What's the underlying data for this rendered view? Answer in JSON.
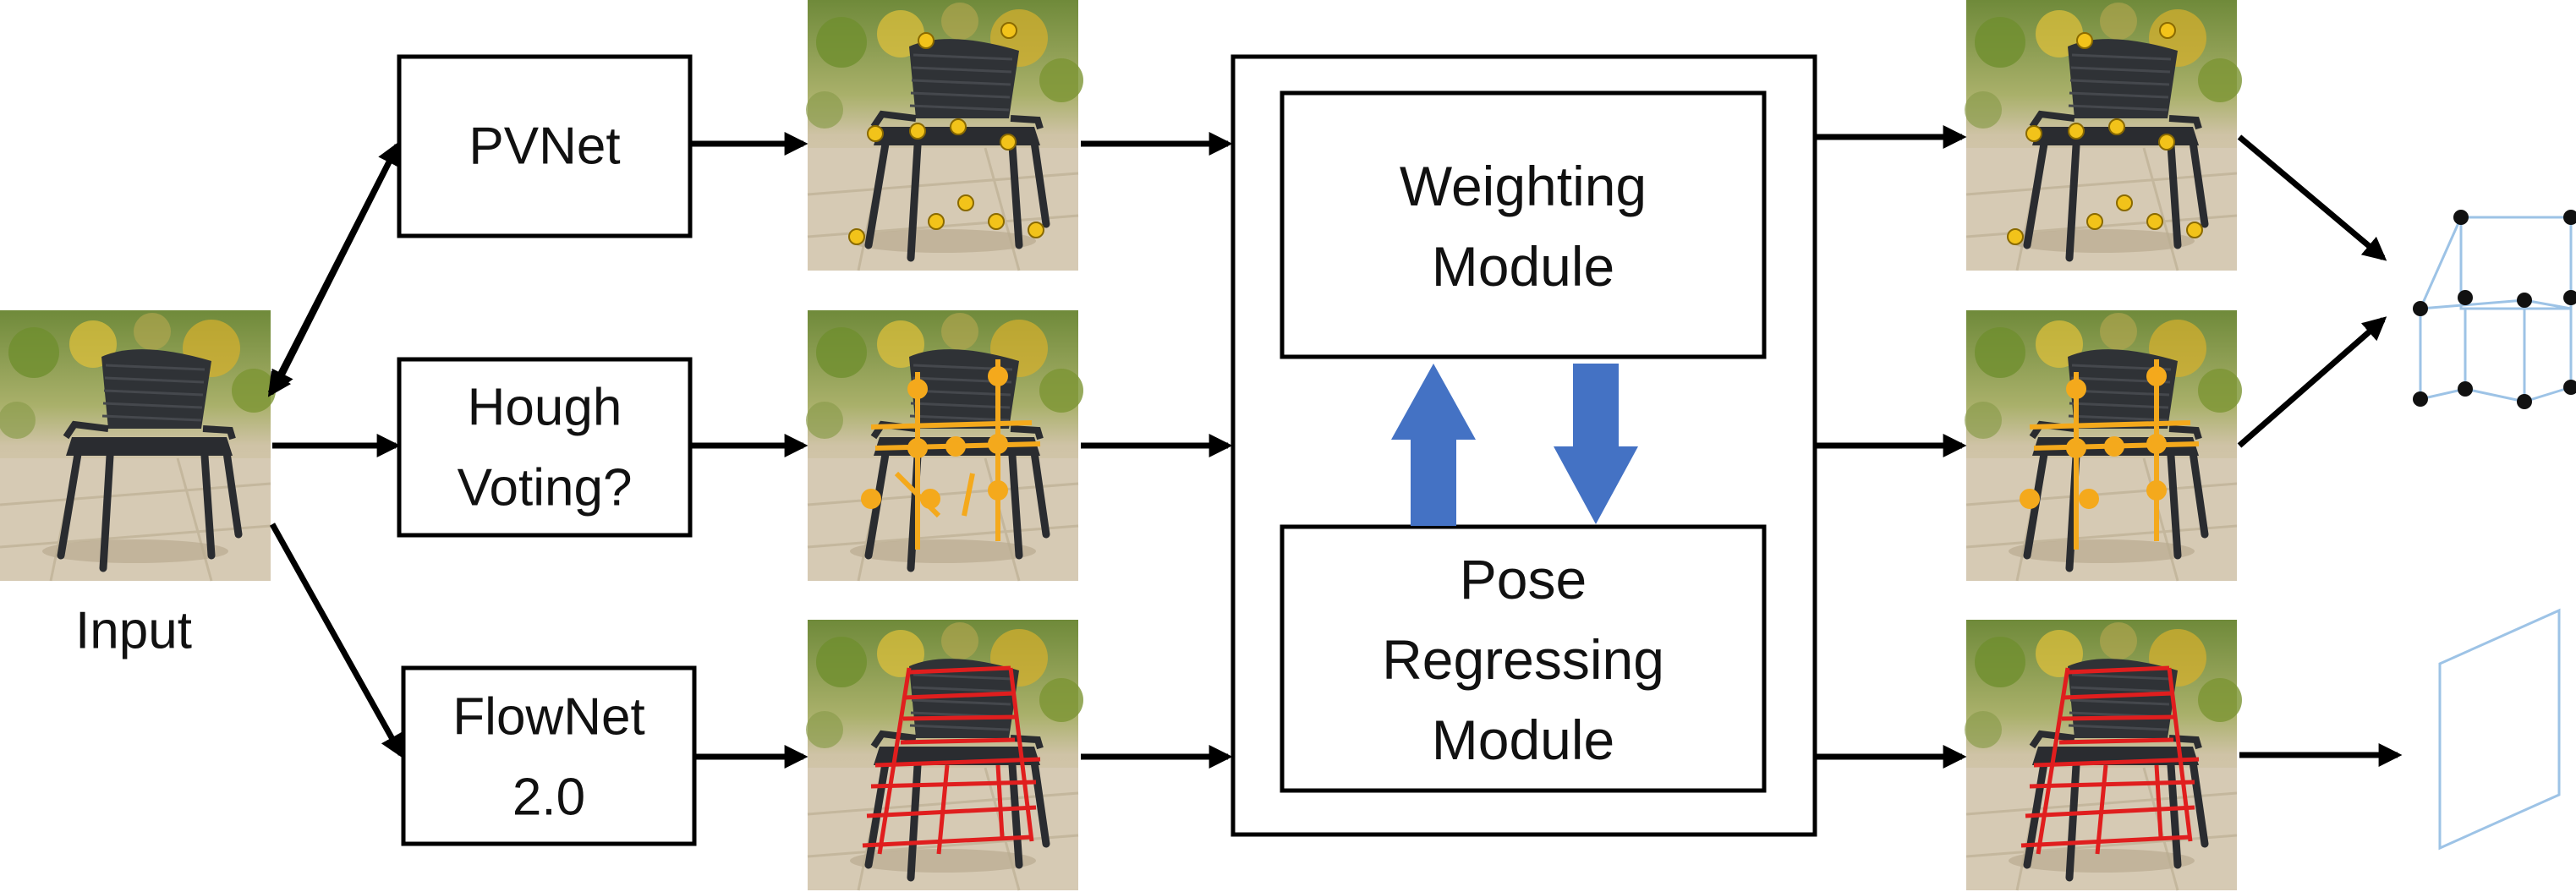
{
  "input": {
    "label": "Input"
  },
  "methods": {
    "pvnet": {
      "lines": [
        "PVNet"
      ]
    },
    "hough": {
      "lines": [
        "Hough",
        "Voting?"
      ]
    },
    "flownet": {
      "lines": [
        "FlowNet",
        "2.0"
      ]
    }
  },
  "fusion": {
    "weighting": {
      "lines": [
        "Weighting",
        "Module"
      ]
    },
    "pose": {
      "lines": [
        "Pose",
        "Regressing",
        "Module"
      ]
    }
  },
  "colors": {
    "keypoint": "#F2C31A",
    "vote": "#F4A91C",
    "flow_line": "#E01E1E",
    "arrow_blue": "#4472C4",
    "wire": "#9DC3E6",
    "box_stroke": "#000000"
  },
  "icons": {
    "chair_photo": "chair-photo",
    "up_arrow": "blue-up-arrow",
    "down_arrow": "blue-down-arrow",
    "keypoint_box": "keypoint-wireframe-box",
    "plane": "plane-outline"
  }
}
